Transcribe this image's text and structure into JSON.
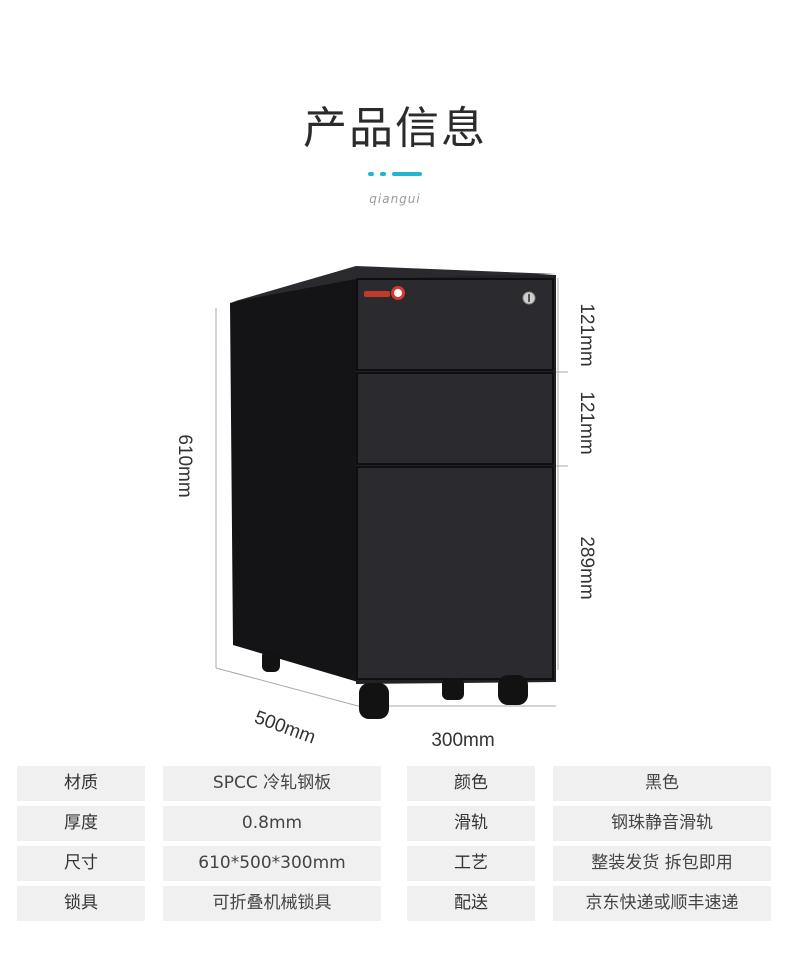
{
  "header": {
    "title": "产品信息",
    "subtitle": "qiangui",
    "accent_color": "#22b5d3"
  },
  "product_image": {
    "cabinet_color": "#1e1e21",
    "dimensions": {
      "height": "610mm",
      "depth": "500mm",
      "width": "300mm",
      "drawer_1": "121mm",
      "drawer_2": "121mm",
      "drawer_3": "289mm"
    }
  },
  "specs": [
    {
      "label": "材质",
      "value": "SPCC 冷轧钢板",
      "label2": "颜色",
      "value2": "黑色"
    },
    {
      "label": "厚度",
      "value": "0.8mm",
      "label2": "滑轨",
      "value2": "钢珠静音滑轨"
    },
    {
      "label": "尺寸",
      "value": "610*500*300mm",
      "label2": "工艺",
      "value2": "整装发货 拆包即用"
    },
    {
      "label": "锁具",
      "value": "可折叠机械锁具",
      "label2": "配送",
      "value2": "京东快递或顺丰速递"
    }
  ]
}
